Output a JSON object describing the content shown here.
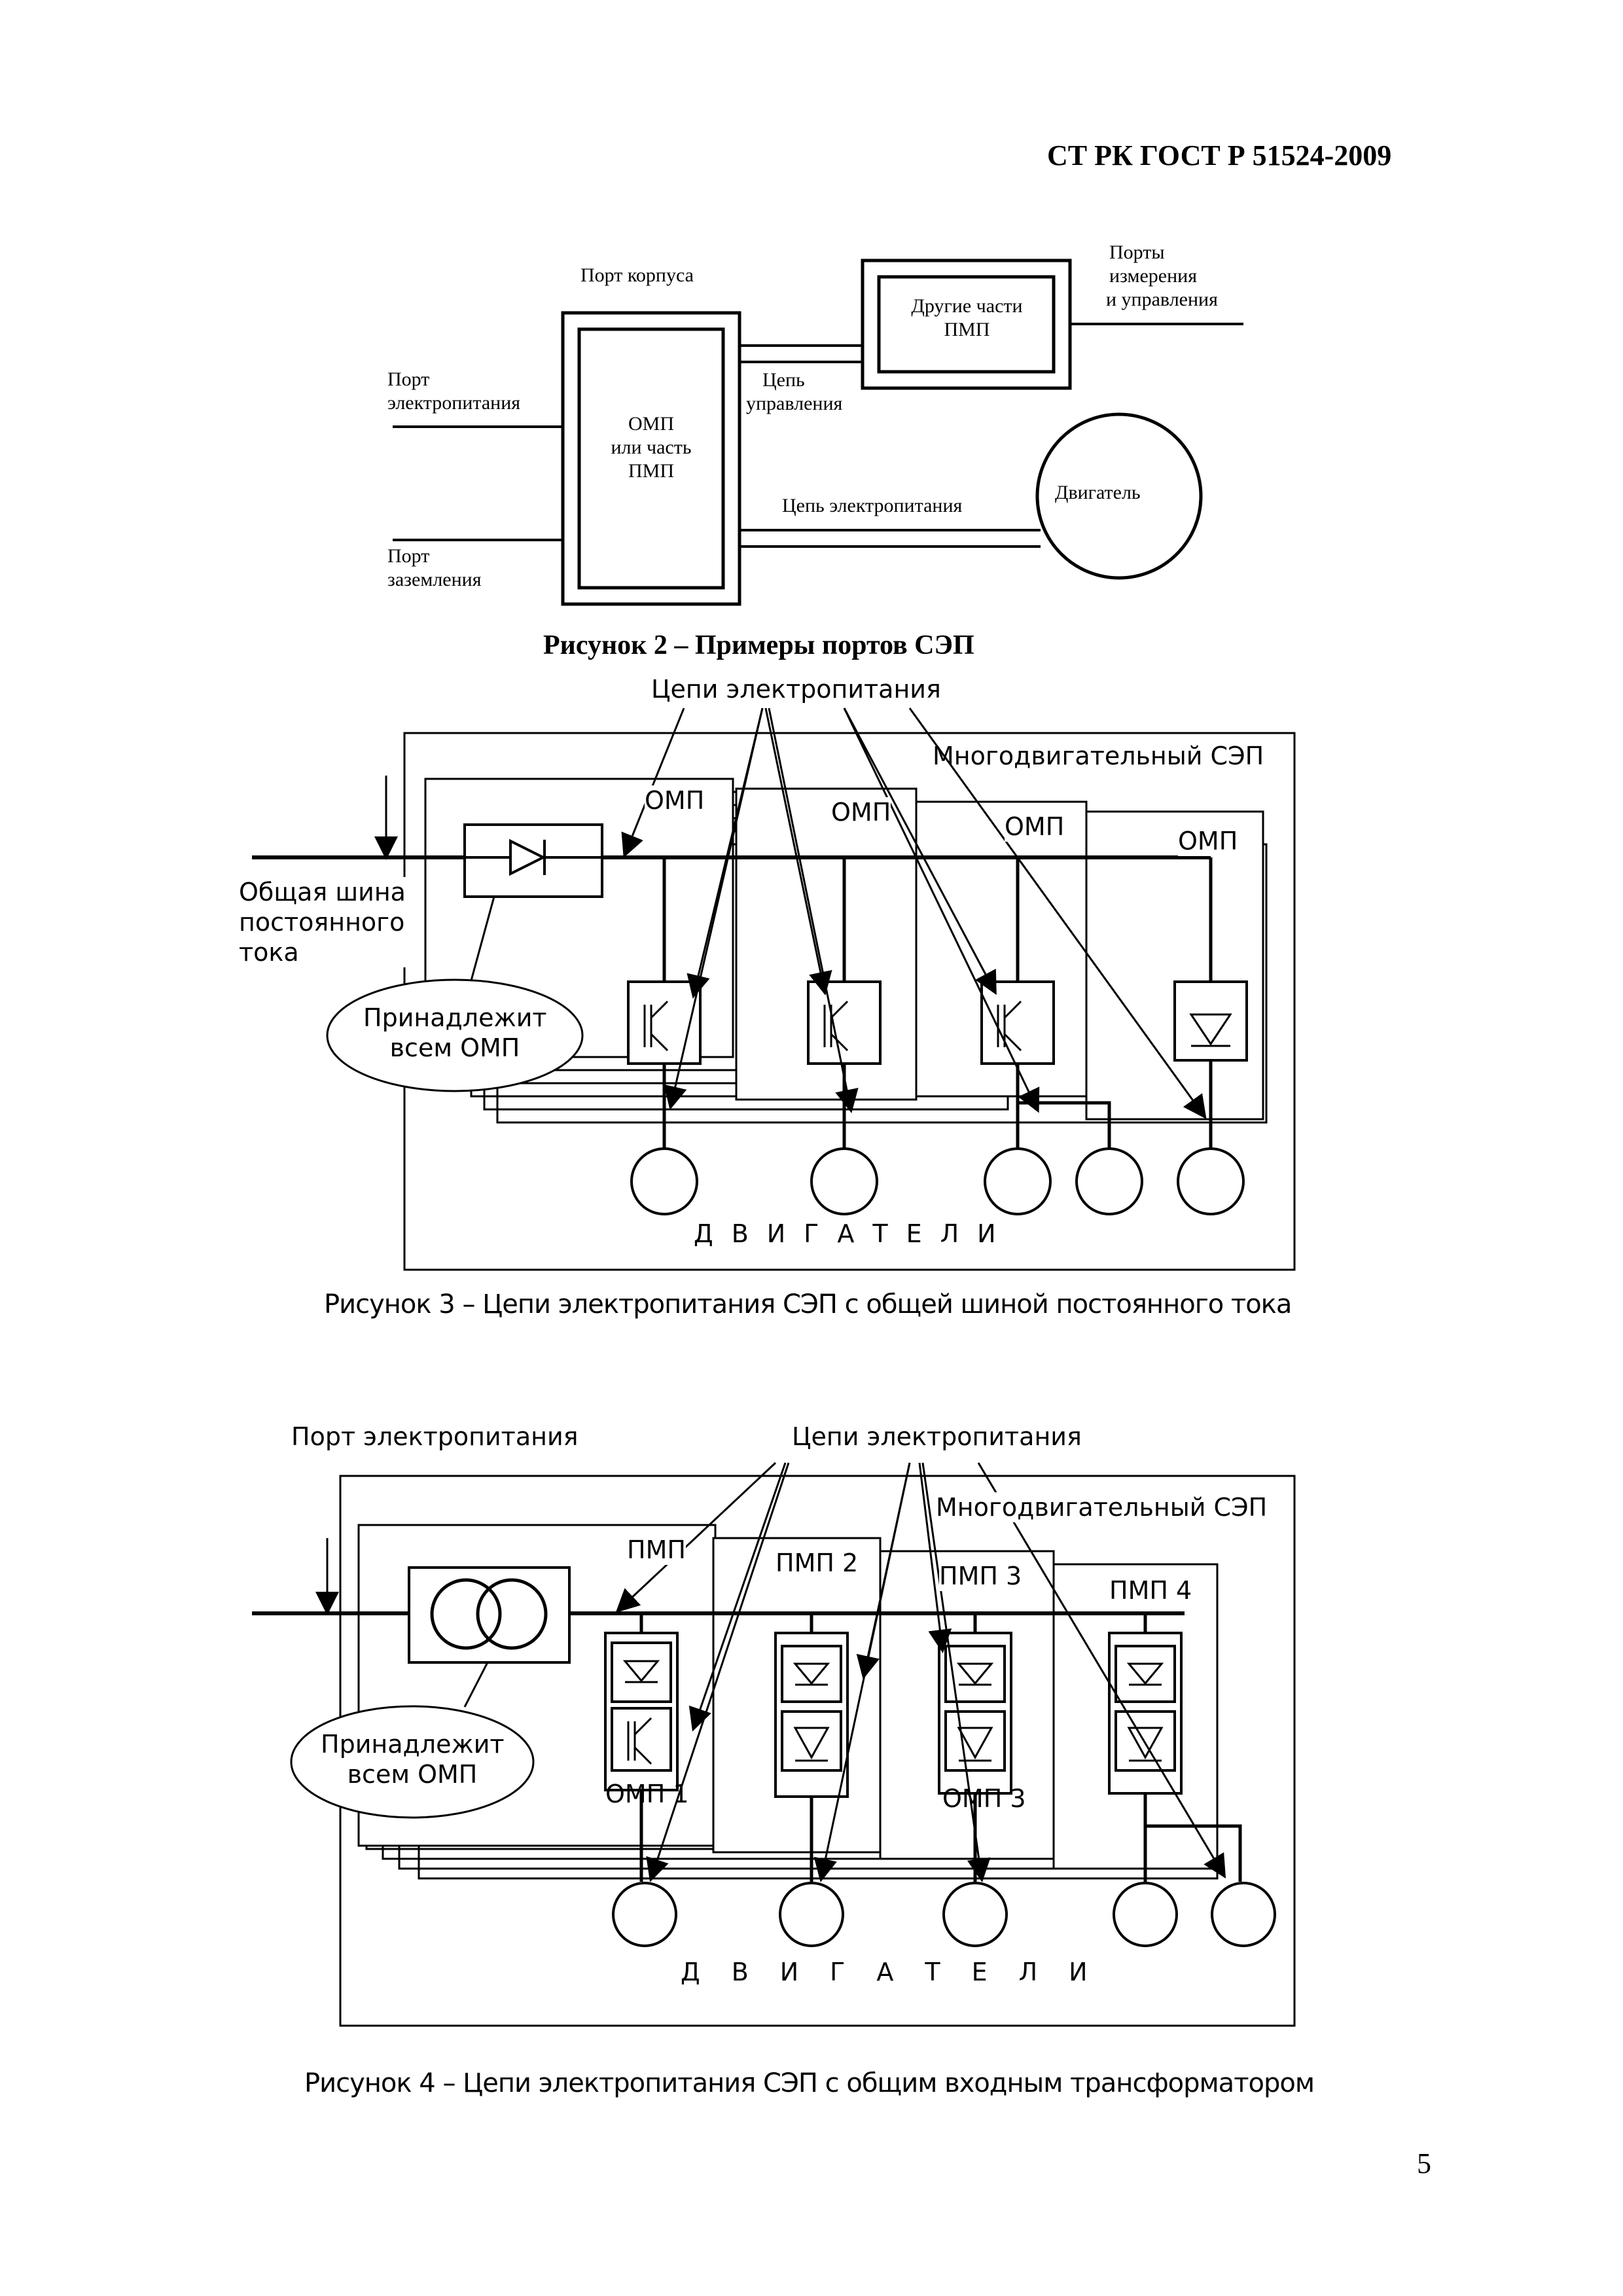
{
  "header": {
    "standard": "СТ РК ГОСТ Р 51524-2009"
  },
  "page_number": "5",
  "figure2": {
    "caption": "Рисунок 2 – Примеры портов СЭП",
    "labels": {
      "enclosure_port": "Порт корпуса",
      "other_parts": [
        "Другие части",
        "ПМП"
      ],
      "measure_ports": [
        "Порты",
        "измерения",
        "и управления"
      ],
      "power_port": [
        "Порт",
        "электропитания"
      ],
      "control_circuit": [
        "Цепь",
        "управления"
      ],
      "omp_block": [
        "ОМП",
        "или часть",
        "ПМП"
      ],
      "power_circuit": "Цепь электропитания",
      "motor": "Двигатель",
      "ground_port": [
        "Порт",
        "заземления"
      ]
    }
  },
  "figure3": {
    "caption": "Рисунок 3 – Цепи электропитания СЭП с общей шиной постоянного тока",
    "labels": {
      "power_circuits": "Цепи электропитания",
      "multi_motor": "Многодвигательный СЭП",
      "omp": "ОМП",
      "dc_bus": [
        "Общая шина",
        "постоянного",
        "тока"
      ],
      "belongs": [
        "Принадлежит",
        "всем ОМП"
      ],
      "motors": "ДВИГАТЕЛИ"
    }
  },
  "figure4": {
    "caption": "Рисунок 4 – Цепи электропитания СЭП с общим входным трансформатором",
    "labels": {
      "power_port": "Порт электропитания",
      "power_circuits": "Цепи электропитания",
      "multi_motor": "Многодвигательный СЭП",
      "pmp": "ПМП",
      "pmp2": "ПМП 2",
      "pmp3": "ПМП 3",
      "pmp4": "ПМП 4",
      "omp1": "ОМП 1",
      "omp3": "ОМП 3",
      "belongs": [
        "Принадлежит",
        "всем ОМП"
      ],
      "motors": "ДВИГАТЕЛИ"
    }
  }
}
